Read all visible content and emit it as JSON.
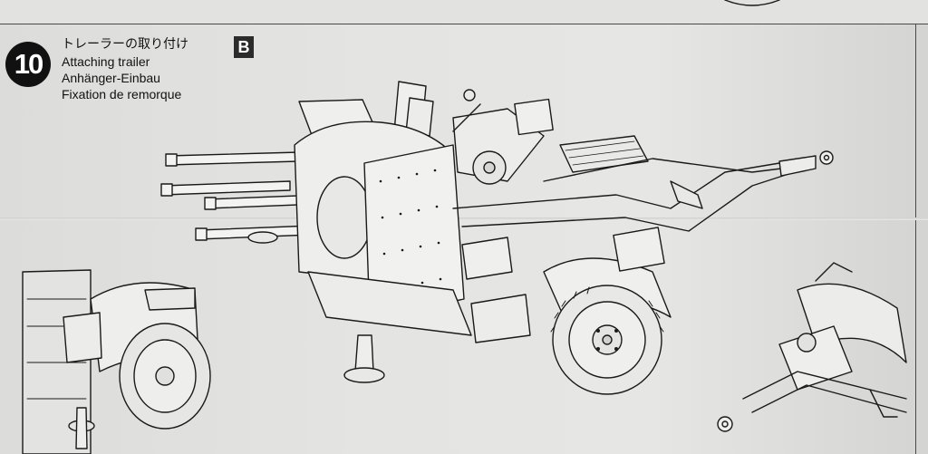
{
  "step": {
    "number": "10",
    "title_jp": "トレーラーの取り付け",
    "title_en": "Attaching trailer",
    "title_de": "Anhänger-Einbau",
    "title_fr": "Fixation de remorque",
    "part_bag": "B"
  },
  "illustrations": {
    "main": "flak-gun-on-trailer",
    "left_inset": "vehicle-rear-with-wheel",
    "right_inset": "trailer-drawbar-detail"
  }
}
